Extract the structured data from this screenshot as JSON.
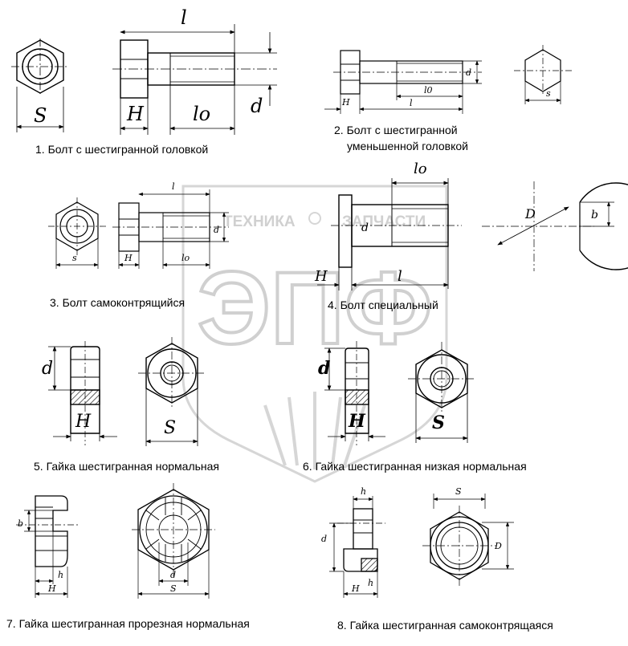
{
  "captions": {
    "c1": "1. Болт с шестигранной головкой",
    "c2a": "2. Болт с шестигранной",
    "c2b": "уменьшенной головкой",
    "c3": "3. Болт самоконтрящийся",
    "c4": "4. Болт специальный",
    "c5": "5. Гайка шестигранная нормальная",
    "c6": "6. Гайка шестигранная низкая нормальная",
    "c7": "7. Гайка шестигранная прорезная нормальная",
    "c8": "8. Гайка шестигранная самоконтрящаяся"
  },
  "dims": {
    "l": "l",
    "lo": "lo",
    "l0": "l0",
    "H": "H",
    "h": "h",
    "S": "S",
    "s": "s",
    "d": "d",
    "D": "D",
    "b": "b"
  },
  "watermark": {
    "brand": "ЭПФ",
    "left_word": "ТЕХНИКА",
    "right_word": "ЗАПЧАСТИ",
    "color": "#d4d4d4"
  },
  "colors": {
    "line": "#000000",
    "hatch": "#000000",
    "background": "#ffffff"
  }
}
